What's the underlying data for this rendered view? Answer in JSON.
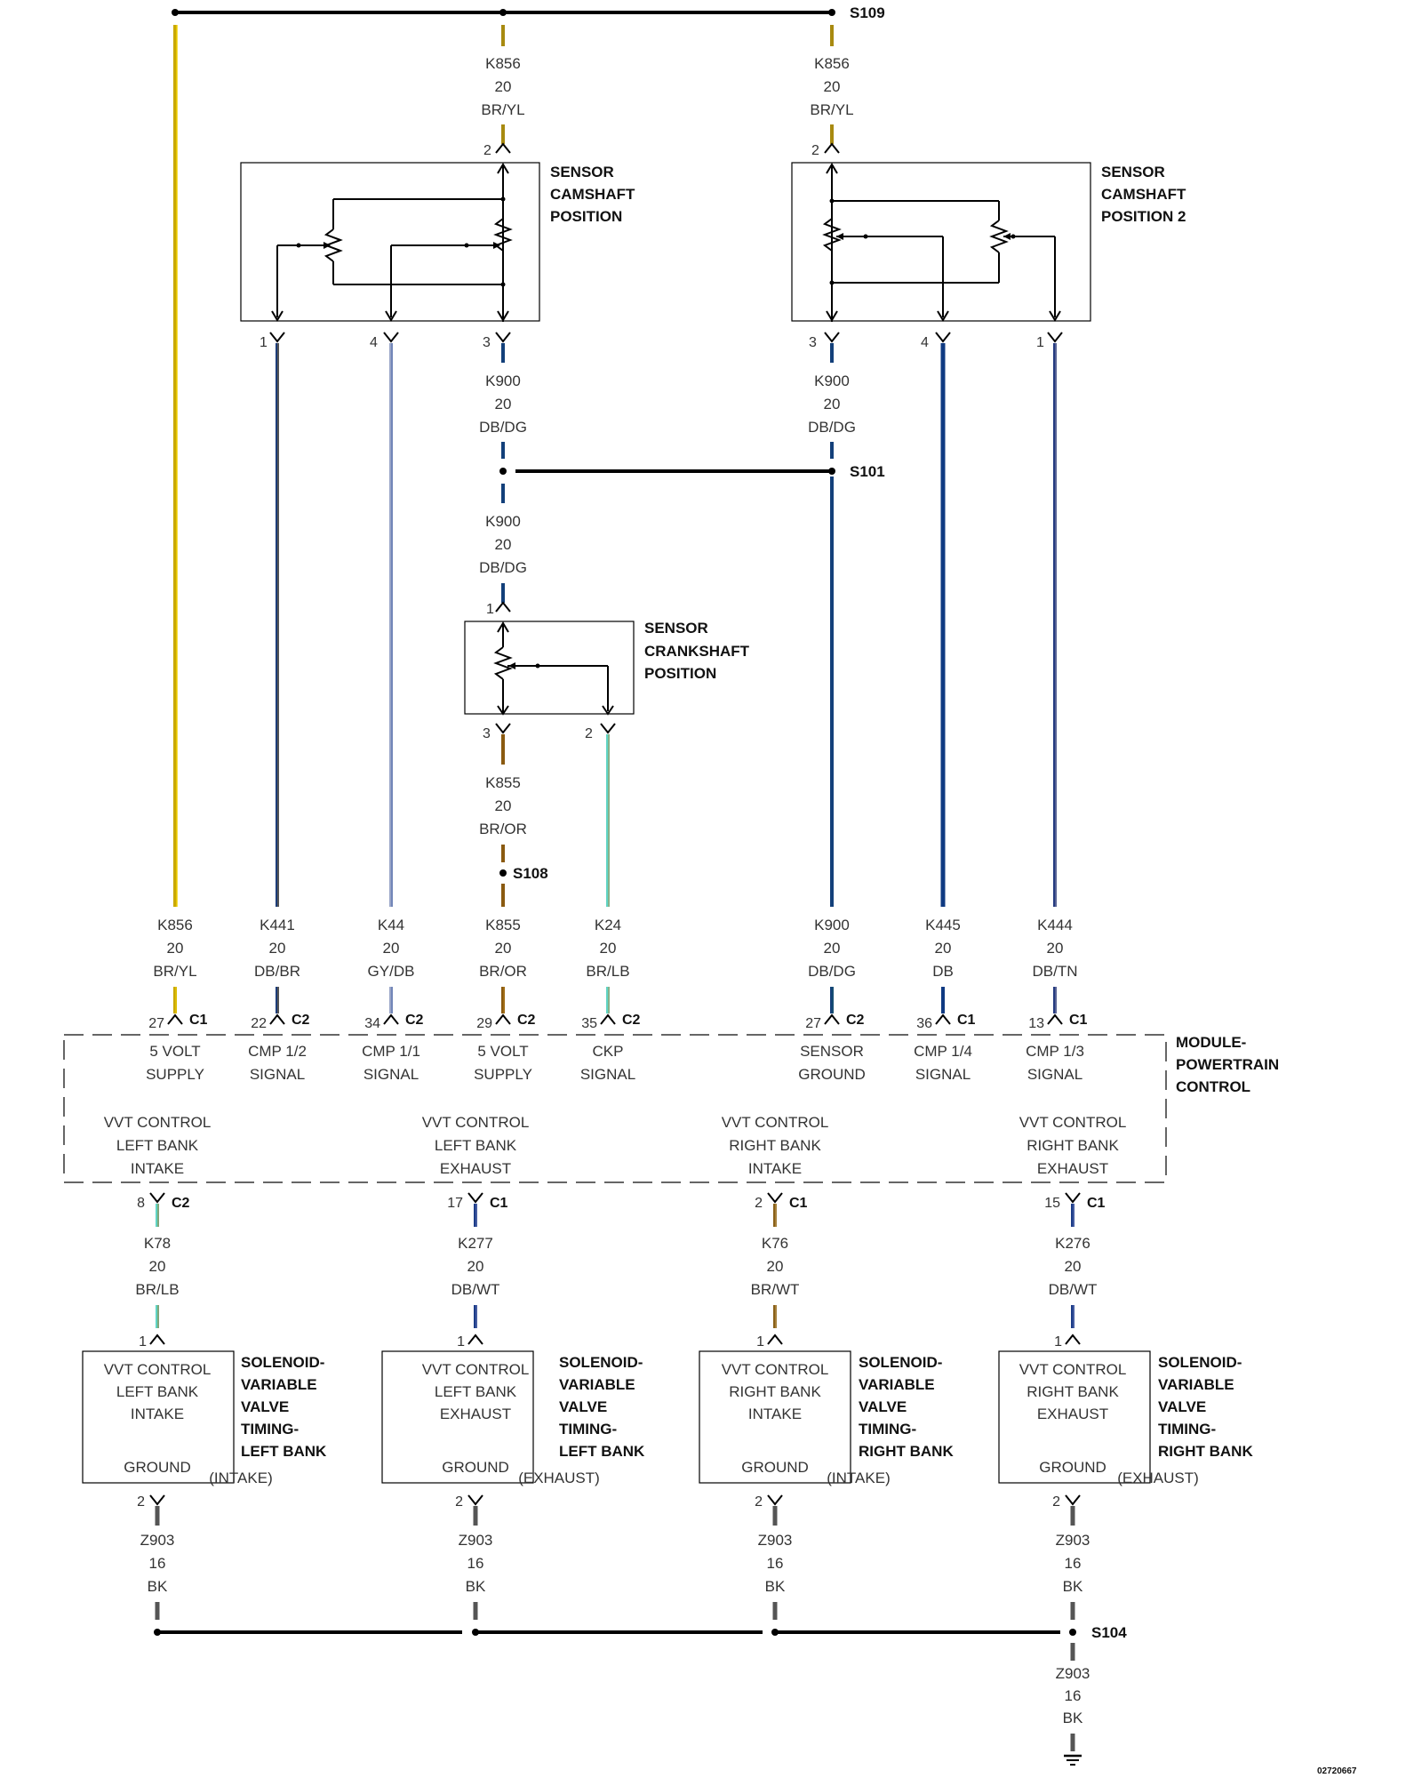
{
  "splices": {
    "s109": "S109",
    "s101": "S101",
    "s108": "S108",
    "s104": "S104"
  },
  "components": {
    "cmp1": {
      "lines": [
        "SENSOR",
        "CAMSHAFT",
        "POSITION"
      ]
    },
    "cmp2": {
      "lines": [
        "SENSOR",
        "CAMSHAFT",
        "POSITION 2"
      ]
    },
    "ckp": {
      "lines": [
        "SENSOR",
        "CRANKSHAFT",
        "POSITION"
      ]
    },
    "pcm": {
      "lines": [
        "MODULE-",
        "POWERTRAIN",
        "CONTROL"
      ]
    }
  },
  "top_wires": {
    "k856_a": {
      "circuit": "K856",
      "gauge": "20",
      "color": "BR/YL"
    },
    "k856_b": {
      "circuit": "K856",
      "gauge": "20",
      "color": "BR/YL"
    },
    "k900_a": {
      "circuit": "K900",
      "gauge": "20",
      "color": "DB/DG"
    },
    "k900_b": {
      "circuit": "K900",
      "gauge": "20",
      "color": "DB/DG"
    },
    "k900_c": {
      "circuit": "K900",
      "gauge": "20",
      "color": "DB/DG"
    },
    "k855_a": {
      "circuit": "K855",
      "gauge": "20",
      "color": "BR/OR"
    }
  },
  "sensor_pins": {
    "cmp1_top": "2",
    "cmp1_p1": "1",
    "cmp1_p4": "4",
    "cmp1_p3": "3",
    "cmp2_top": "2",
    "cmp2_p3": "3",
    "cmp2_p4": "4",
    "cmp2_p1": "1",
    "ckp_top": "1",
    "ckp_p3": "3",
    "ckp_p2": "2"
  },
  "pcm_inputs": [
    {
      "circuit": "K856",
      "gauge": "20",
      "color": "BR/YL",
      "pin": "27",
      "conn": "C1",
      "func1": "5 VOLT",
      "func2": "SUPPLY",
      "wire": "#c9a800",
      "stripe": "#f0d000"
    },
    {
      "circuit": "K441",
      "gauge": "20",
      "color": "DB/BR",
      "pin": "22",
      "conn": "C2",
      "func1": "CMP 1/2",
      "func2": "SIGNAL",
      "wire": "#1c3c78",
      "stripe": "#8a6a30"
    },
    {
      "circuit": "K44",
      "gauge": "20",
      "color": "GY/DB",
      "pin": "34",
      "conn": "C2",
      "func1": "CMP 1/1",
      "func2": "SIGNAL",
      "wire": "#9aa6c8",
      "stripe": "#4a66a8"
    },
    {
      "circuit": "K855",
      "gauge": "20",
      "color": "BR/OR",
      "pin": "29",
      "conn": "C2",
      "func1": "5 VOLT",
      "func2": "SUPPLY",
      "wire": "#8a5a10",
      "stripe": "#b8801a"
    },
    {
      "circuit": "K24",
      "gauge": "20",
      "color": "BR/LB",
      "pin": "35",
      "conn": "C2",
      "func1": "CKP",
      "func2": "SIGNAL",
      "wire": "#5fd4c4",
      "stripe": "#b09050"
    },
    {
      "circuit": "K900",
      "gauge": "20",
      "color": "DB/DG",
      "pin": "27",
      "conn": "C2",
      "func1": "SENSOR",
      "func2": "GROUND",
      "wire": "#13407a",
      "stripe": "#1a5a6a"
    },
    {
      "circuit": "K445",
      "gauge": "20",
      "color": "DB",
      "pin": "36",
      "conn": "C1",
      "func1": "CMP 1/4",
      "func2": "SIGNAL",
      "wire": "#0f3a82",
      "stripe": "#0f3a82"
    },
    {
      "circuit": "K444",
      "gauge": "20",
      "color": "DB/TN",
      "pin": "13",
      "conn": "C1",
      "func1": "CMP 1/3",
      "func2": "SIGNAL",
      "wire": "#243a80",
      "stripe": "#8a8aa8"
    }
  ],
  "vvt": [
    {
      "ctrl1": "VVT CONTROL",
      "ctrl2": "LEFT BANK",
      "ctrl3": "INTAKE",
      "pin": "8",
      "conn": "C2",
      "circuit": "K78",
      "gauge": "20",
      "color": "BR/LB",
      "sol_pin": "1",
      "sol_l1": "VVT CONTROL",
      "sol_l2": "LEFT BANK",
      "sol_l3": "INTAKE",
      "ground": "GROUND",
      "title": [
        "SOLENOID-",
        "VARIABLE",
        "VALVE",
        "TIMING-",
        "LEFT BANK"
      ],
      "paren": "(INTAKE)",
      "gnd_pin": "2",
      "gnd_circuit": "Z903",
      "gnd_gauge": "16",
      "gnd_color": "BK",
      "wire": "#5fd4c4",
      "stripe": "#a07a30"
    },
    {
      "ctrl1": "VVT CONTROL",
      "ctrl2": "LEFT BANK",
      "ctrl3": "EXHAUST",
      "pin": "17",
      "conn": "C1",
      "circuit": "K277",
      "gauge": "20",
      "color": "DB/WT",
      "sol_pin": "1",
      "sol_l1": "VVT CONTROL",
      "sol_l2": "LEFT BANK",
      "sol_l3": "EXHAUST",
      "ground": "GROUND",
      "title": [
        "SOLENOID-",
        "VARIABLE",
        "VALVE",
        "TIMING-",
        "LEFT BANK"
      ],
      "paren": "(EXHAUST)",
      "gnd_pin": "2",
      "gnd_circuit": "Z903",
      "gnd_gauge": "16",
      "gnd_color": "BK",
      "wire": "#1c3c88",
      "stripe": "#6a7ab8"
    },
    {
      "ctrl1": "VVT CONTROL",
      "ctrl2": "RIGHT BANK",
      "ctrl3": "INTAKE",
      "pin": "2",
      "conn": "C1",
      "circuit": "K76",
      "gauge": "20",
      "color": "BR/WT",
      "sol_pin": "1",
      "sol_l1": "VVT CONTROL",
      "sol_l2": "RIGHT BANK",
      "sol_l3": "INTAKE",
      "ground": "GROUND",
      "title": [
        "SOLENOID-",
        "VARIABLE",
        "VALVE",
        "TIMING-",
        "RIGHT BANK"
      ],
      "paren": "(INTAKE)",
      "gnd_pin": "2",
      "gnd_circuit": "Z903",
      "gnd_gauge": "16",
      "gnd_color": "BK",
      "wire": "#8a6018",
      "stripe": "#c0a060"
    },
    {
      "ctrl1": "VVT CONTROL",
      "ctrl2": "RIGHT BANK",
      "ctrl3": "EXHAUST",
      "pin": "15",
      "conn": "C1",
      "circuit": "K276",
      "gauge": "20",
      "color": "DB/WT",
      "sol_pin": "1",
      "sol_l1": "VVT CONTROL",
      "sol_l2": "RIGHT BANK",
      "sol_l3": "EXHAUST",
      "ground": "GROUND",
      "title": [
        "SOLENOID-",
        "VARIABLE",
        "VALVE",
        "TIMING-",
        "RIGHT BANK"
      ],
      "paren": "(EXHAUST)",
      "gnd_pin": "2",
      "gnd_circuit": "Z903",
      "gnd_gauge": "16",
      "gnd_color": "BK",
      "wire": "#1c3c88",
      "stripe": "#6a7ab8"
    }
  ],
  "ground_feed": {
    "circuit": "Z903",
    "gauge": "16",
    "color": "BK"
  },
  "doc_number": "02720667"
}
